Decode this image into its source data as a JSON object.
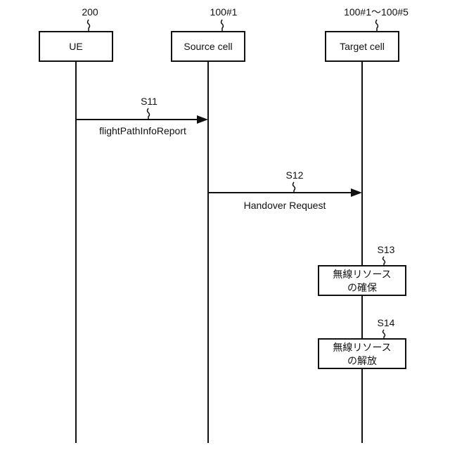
{
  "diagram": {
    "type": "sequence",
    "entities": [
      {
        "id": "ue",
        "label": "UE",
        "ref": "200"
      },
      {
        "id": "source",
        "label": "Source cell",
        "ref": "100#1"
      },
      {
        "id": "target",
        "label": "Target cell",
        "ref": "100#1〜100#5"
      }
    ],
    "messages": [
      {
        "step": "S11",
        "from": "ue",
        "to": "source",
        "label": "flightPathInfoReport"
      },
      {
        "step": "S12",
        "from": "source",
        "to": "target",
        "label": "Handover Request"
      }
    ],
    "processes": [
      {
        "step": "S13",
        "on": "target",
        "line1": "無線リソース",
        "line2": "の確保"
      },
      {
        "step": "S14",
        "on": "target",
        "line1": "無線リソース",
        "line2": "の解放"
      }
    ],
    "colors": {
      "line": "#111111",
      "background": "#ffffff"
    }
  }
}
